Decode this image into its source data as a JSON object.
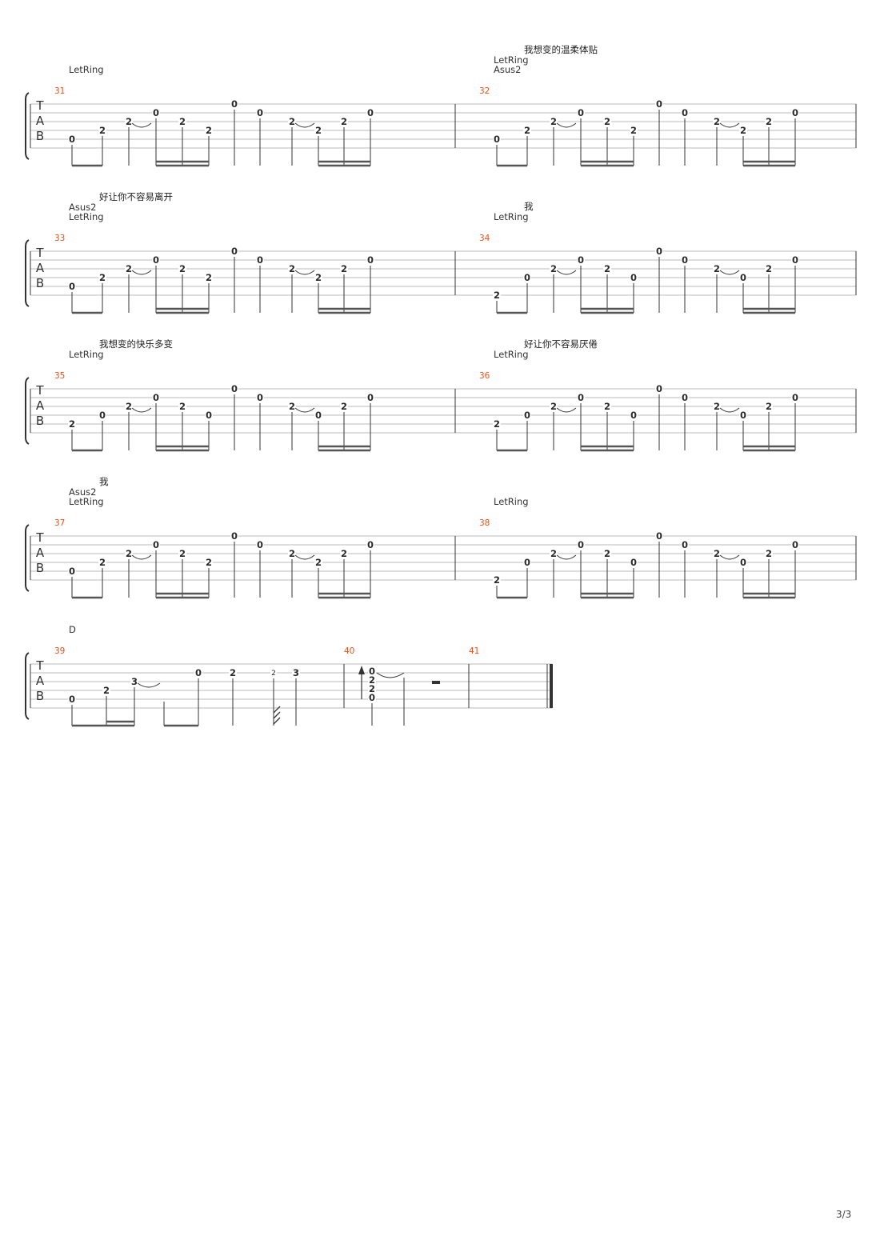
{
  "page_number": "3/3",
  "tab_clef_letters": [
    "T",
    "A",
    "B"
  ],
  "colors": {
    "measure_number": "#e8501a",
    "staff_line": "#bbbbbb",
    "ink": "#333333"
  },
  "systems": [
    {
      "measures": [
        {
          "number": "31",
          "annotations": [
            "LetRing"
          ],
          "lyric": ""
        },
        {
          "number": "32",
          "annotations": [
            "LetRing",
            "Asus2"
          ],
          "lyric": "我想变的温柔体贴"
        }
      ]
    },
    {
      "measures": [
        {
          "number": "33",
          "annotations": [
            "Asus2",
            "LetRing"
          ],
          "lyric": "好让你不容易离开"
        },
        {
          "number": "34",
          "annotations": [
            "LetRing"
          ],
          "lyric": "我"
        }
      ]
    },
    {
      "measures": [
        {
          "number": "35",
          "annotations": [
            "LetRing"
          ],
          "lyric": "我想变的快乐多变"
        },
        {
          "number": "36",
          "annotations": [
            "LetRing"
          ],
          "lyric": "好让你不容易厌倦"
        }
      ]
    },
    {
      "measures": [
        {
          "number": "37",
          "annotations": [
            "Asus2",
            "LetRing"
          ],
          "lyric": "我"
        },
        {
          "number": "38",
          "annotations": [
            "LetRing"
          ],
          "lyric": ""
        }
      ]
    },
    {
      "measures": [
        {
          "number": "39",
          "annotations": [
            "D"
          ],
          "lyric": ""
        },
        {
          "number": "40",
          "annotations": [],
          "lyric": ""
        },
        {
          "number": "41",
          "annotations": [],
          "lyric": ""
        }
      ]
    }
  ],
  "patterns": {
    "A": [
      {
        "s": 5,
        "f": "0"
      },
      {
        "s": 4,
        "f": "2"
      },
      {
        "s": 3,
        "f": "2",
        "tie": true
      },
      {
        "s": 2,
        "f": "0"
      },
      {
        "s": 3,
        "f": "2"
      },
      {
        "s": 4,
        "f": "2"
      },
      {
        "s": 1,
        "f": "0"
      },
      {
        "s": 2,
        "f": "0"
      },
      {
        "s": 3,
        "f": "2",
        "tie": true
      },
      {
        "s": 4,
        "f": "2"
      },
      {
        "s": 3,
        "f": "2"
      },
      {
        "s": 2,
        "f": "0"
      }
    ],
    "B": [
      {
        "s": 6,
        "f": "2"
      },
      {
        "s": 4,
        "f": "0"
      },
      {
        "s": 3,
        "f": "2",
        "tie": true
      },
      {
        "s": 2,
        "f": "0"
      },
      {
        "s": 3,
        "f": "2"
      },
      {
        "s": 4,
        "f": "0"
      },
      {
        "s": 1,
        "f": "0"
      },
      {
        "s": 2,
        "f": "0"
      },
      {
        "s": 3,
        "f": "2",
        "tie": true
      },
      {
        "s": 4,
        "f": "0"
      },
      {
        "s": 3,
        "f": "2"
      },
      {
        "s": 2,
        "f": "0"
      }
    ],
    "C": [
      {
        "s": 5,
        "f": "2"
      },
      {
        "s": 4,
        "f": "0"
      },
      {
        "s": 3,
        "f": "2",
        "tie": true
      },
      {
        "s": 2,
        "f": "0"
      },
      {
        "s": 3,
        "f": "2"
      },
      {
        "s": 4,
        "f": "0"
      },
      {
        "s": 1,
        "f": "0"
      },
      {
        "s": 2,
        "f": "0"
      },
      {
        "s": 3,
        "f": "2",
        "tie": true
      },
      {
        "s": 4,
        "f": "0"
      },
      {
        "s": 3,
        "f": "2"
      },
      {
        "s": 2,
        "f": "0"
      }
    ]
  },
  "measure_patterns": {
    "31": "A",
    "32": "A",
    "33": "A",
    "34": "B",
    "35": "C",
    "36": "C",
    "37": "A",
    "38": "B"
  },
  "measure_39": [
    {
      "s": 5,
      "f": "0"
    },
    {
      "s": 4,
      "f": "2"
    },
    {
      "s": 3,
      "f": "3",
      "tie": true
    },
    {
      "s": 2,
      "f": "0"
    },
    {
      "s": 2,
      "f": "2"
    },
    {
      "s": 2,
      "f": "2",
      "grace": true
    },
    {
      "s": 2,
      "f": "3"
    }
  ],
  "measure_40_chord": [
    "0",
    "2",
    "2",
    "0"
  ]
}
